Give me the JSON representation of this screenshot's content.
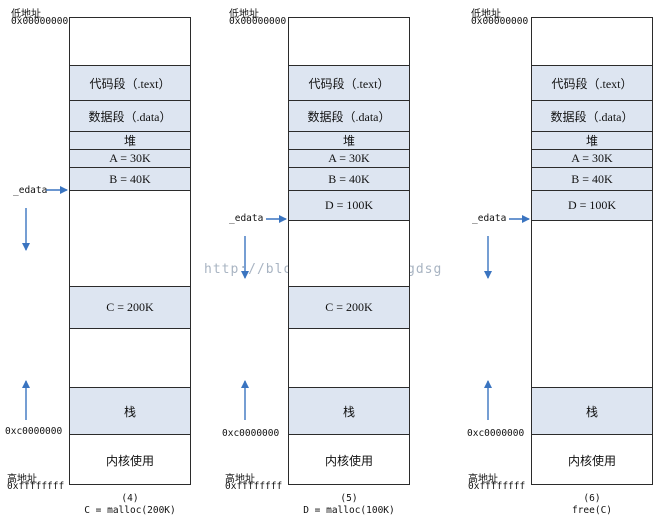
{
  "watermark": "http://blog.csdn.net/gfgdsg",
  "labels": {
    "low_addr": "低地址",
    "low_hex": "0x00000000",
    "edata": "_edata",
    "stack_top_hex": "0xc0000000",
    "high_addr": "高地址",
    "high_hex": "0xffffffff"
  },
  "segments": {
    "text": "代码段（.text）",
    "data": "数据段（.data）",
    "heap": "堆",
    "a": "A = 30K",
    "b": "B = 40K",
    "c": "C = 200K",
    "d": "D = 100K",
    "stack": "栈",
    "kernel": "内核使用"
  },
  "diagrams": [
    {
      "step": "(4)",
      "op": "C = malloc(200K)"
    },
    {
      "step": "(5)",
      "op": "D = malloc(100K)"
    },
    {
      "step": "(6)",
      "op": "free(C)"
    }
  ]
}
